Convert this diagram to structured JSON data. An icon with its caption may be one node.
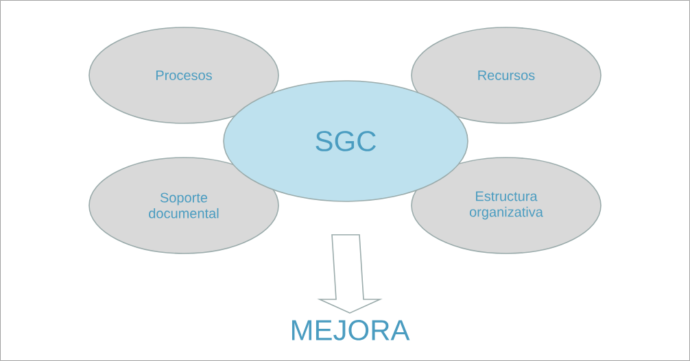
{
  "diagram": {
    "nodes": [
      {
        "text": [
          "Procesos"
        ]
      },
      {
        "text": [
          "Recursos"
        ]
      },
      {
        "text": [
          "SGC"
        ]
      },
      {
        "text": [
          "Soporte documental"
        ]
      },
      {
        "text": [
          "Estructura organizativa"
        ]
      },
      {
        "text": [
          "MEJORA"
        ]
      }
    ],
    "edges": [
      {
        "from": 2,
        "to": 5,
        "arrow": "to"
      }
    ]
  }
}
